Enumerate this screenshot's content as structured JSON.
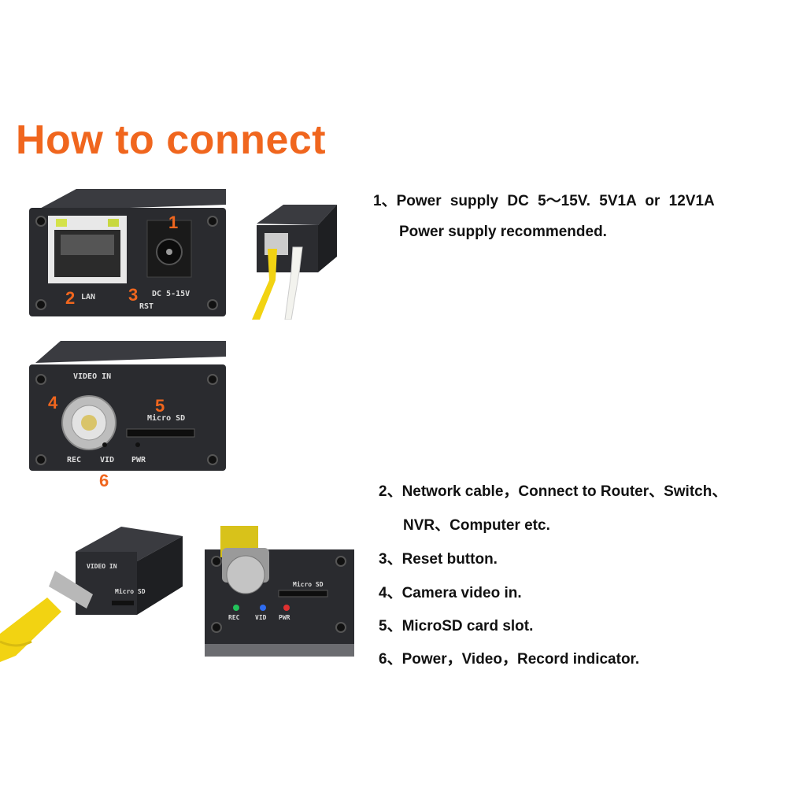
{
  "title": "How to connect",
  "instructions": [
    {
      "line1": "1、Power supply DC 5～15V. 5V1A or 12V1A",
      "line2": "Power supply recommended."
    },
    {
      "line1": "2、Network cable，Connect to Router、Switch、",
      "line2": "NVR、Computer etc."
    },
    {
      "line1": "3、Reset button."
    },
    {
      "line1": "4、Camera video in."
    },
    {
      "line1": "5、MicroSD card slot."
    },
    {
      "line1": "6、Power，Video，Record indicator."
    }
  ],
  "device_front": {
    "num1": "1",
    "num2": "2",
    "num3": "3",
    "lan": "LAN",
    "dc": "DC 5-15V",
    "rst": "RST"
  },
  "device_back": {
    "num4": "4",
    "num5": "5",
    "num6": "6",
    "video_in": "VIDEO IN",
    "micro_sd": "Micro SD",
    "rec": "REC",
    "vid": "VID",
    "pwr": "PWR"
  },
  "photo_bottom_right": {
    "micro_sd": "Micro SD",
    "rec": "REC",
    "vid": "VID",
    "pwr": "PWR"
  },
  "photo_bottom_left": {
    "video_in": "VIDEO IN",
    "micro_sd": "Micro SD"
  }
}
